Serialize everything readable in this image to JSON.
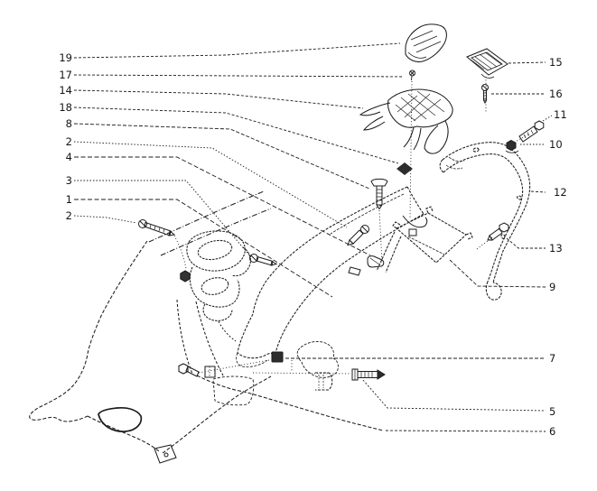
{
  "figure": {
    "kind": "exploded-parts-diagram",
    "background_color": "#ffffff",
    "ink_color": "#1c1c1c",
    "label_color": "#151515"
  },
  "callouts": {
    "left": [
      {
        "label": "19"
      },
      {
        "label": "17"
      },
      {
        "label": "14"
      },
      {
        "label": "18"
      },
      {
        "label": "8"
      },
      {
        "label": "2"
      },
      {
        "label": "4"
      },
      {
        "label": "3"
      },
      {
        "label": "1"
      },
      {
        "label": "2"
      }
    ],
    "right": [
      {
        "label": "15"
      },
      {
        "label": "16"
      },
      {
        "label": "11"
      },
      {
        "label": "10"
      },
      {
        "label": "12"
      },
      {
        "label": "13"
      },
      {
        "label": "9"
      },
      {
        "label": "7"
      },
      {
        "label": "5"
      },
      {
        "label": "6"
      }
    ]
  }
}
